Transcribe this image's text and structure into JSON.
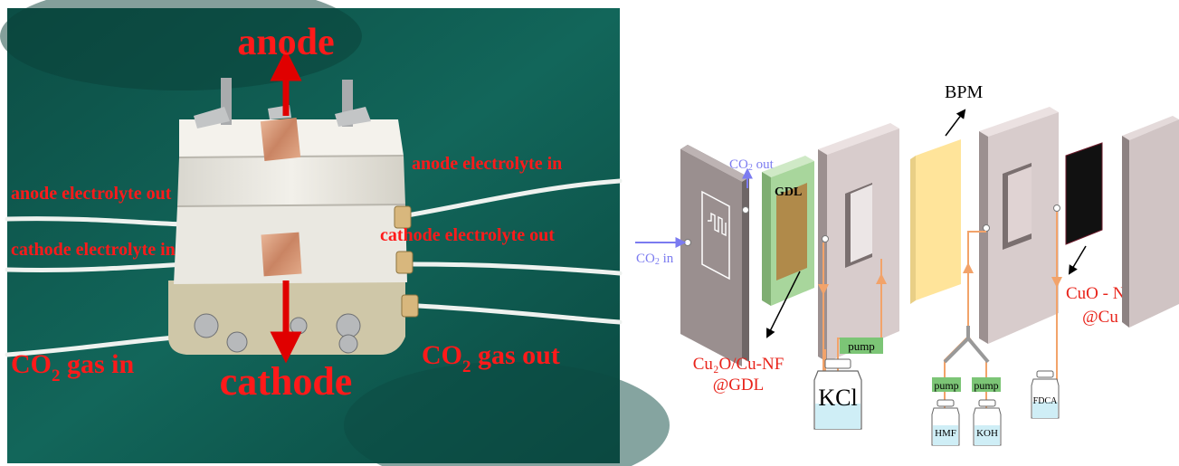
{
  "photo": {
    "labels": {
      "anode": "anode",
      "cathode": "cathode",
      "anode_electrolyte_in": "anode electrolyte in",
      "anode_electrolyte_out": "anode electrolyte out",
      "cathode_electrolyte_in": "cathode electrolyte in",
      "cathode_electrolyte_out": "cathode electrolyte out",
      "co2_gas_in_main": "CO",
      "co2_gas_in_sub": "2",
      "co2_gas_in_tail": " gas in",
      "co2_gas_out_main": "CO",
      "co2_gas_out_sub": "2",
      "co2_gas_out_tail": " gas out"
    },
    "colors": {
      "label": "#ff1a1a",
      "arrow": "#e00000",
      "background": "#0f5a4f"
    }
  },
  "schematic": {
    "labels": {
      "bpm": "BPM",
      "co2_out_main": "CO",
      "co2_out_sub": "2",
      "co2_out_tail": "  out",
      "co2_in_main": "CO",
      "co2_in_sub": "2",
      "co2_in_tail": " in",
      "gdl": "GDL",
      "cathode_catalyst_line1": "Cu₂O/Cu-NF",
      "cathode_catalyst_line2": "@GDL",
      "anode_catalyst_line1": "CuO - NF",
      "anode_catalyst_line2": "@Cu",
      "pump_1": "pump",
      "pump_2": "pump",
      "pump_3": "pump",
      "bottle_kcl": "KCl",
      "bottle_hmf": "HMF",
      "bottle_koh": "KOH",
      "bottle_fdca": "FDCA"
    },
    "colors": {
      "plate": "#9a8f8f",
      "plate_light": "#d8cccc",
      "gdl_frame": "#a8d69c",
      "gdl_core": "#b08a4a",
      "bpm": "#ffe49a",
      "anode_catalyst": "#111111",
      "tubing": "#f2a36a",
      "pump": "#7cc576",
      "liquid": "#cfeef6",
      "red_text": "#e8231a",
      "co2": "#7b7bf0"
    }
  }
}
